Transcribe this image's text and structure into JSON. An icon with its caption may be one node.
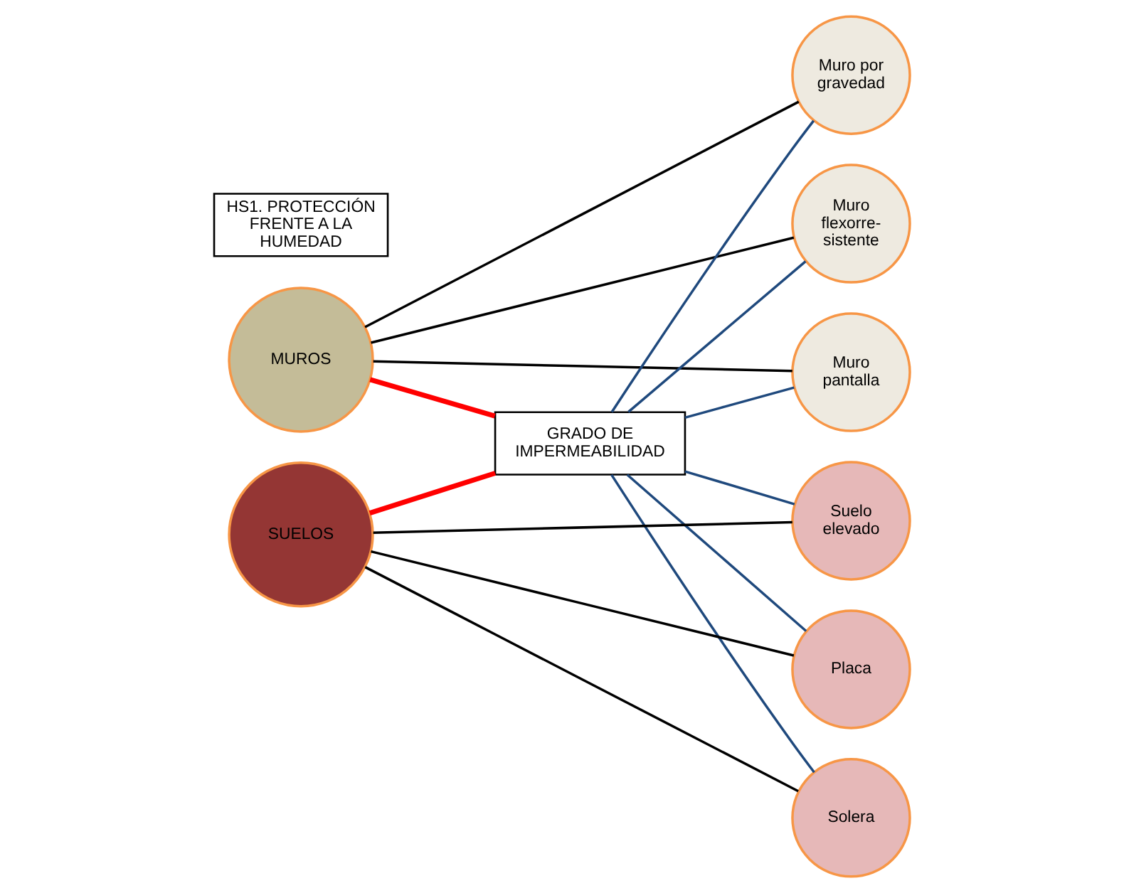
{
  "diagram": {
    "nodes": [
      {
        "text": [
          "HS1. PROTECCIÓN FRENTE A LA HUMEDAD"
        ]
      },
      {
        "text": [
          "Muro por gravedad"
        ]
      },
      {
        "text": [
          "Muro flexorre- sistente"
        ]
      },
      {
        "text": [
          "Muro pantalla"
        ]
      },
      {
        "text": [
          "MUROS"
        ]
      },
      {
        "text": [
          "GRADO DE IMPERMEABILIDAD"
        ]
      },
      {
        "text": [
          "SUELOS"
        ]
      },
      {
        "text": [
          "Suelo elevado"
        ]
      },
      {
        "text": [
          "Placa"
        ]
      },
      {
        "text": [
          "Solera"
        ]
      }
    ],
    "edges": [
      {
        "from": 4,
        "to": 1,
        "arrow": "none"
      },
      {
        "from": 4,
        "to": 2,
        "arrow": "none"
      },
      {
        "from": 4,
        "to": 3,
        "arrow": "none"
      },
      {
        "from": 4,
        "to": 5,
        "arrow": "none",
        "style": "thick",
        "color": "#ff0000"
      },
      {
        "from": 6,
        "to": 5,
        "arrow": "none",
        "style": "thick",
        "color": "#ff0000"
      },
      {
        "from": 5,
        "to": 1,
        "arrow": "none",
        "color": "#1f497d"
      },
      {
        "from": 5,
        "to": 2,
        "arrow": "none",
        "color": "#1f497d"
      },
      {
        "from": 5,
        "to": 3,
        "arrow": "none",
        "color": "#1f497d"
      },
      {
        "from": 5,
        "to": 7,
        "arrow": "none",
        "color": "#1f497d"
      },
      {
        "from": 5,
        "to": 8,
        "arrow": "none",
        "color": "#1f497d"
      },
      {
        "from": 5,
        "to": 9,
        "arrow": "none",
        "color": "#1f497d"
      },
      {
        "from": 6,
        "to": 7,
        "arrow": "none"
      },
      {
        "from": 6,
        "to": 8,
        "arrow": "none"
      },
      {
        "from": 6,
        "to": 9,
        "arrow": "none"
      }
    ]
  }
}
